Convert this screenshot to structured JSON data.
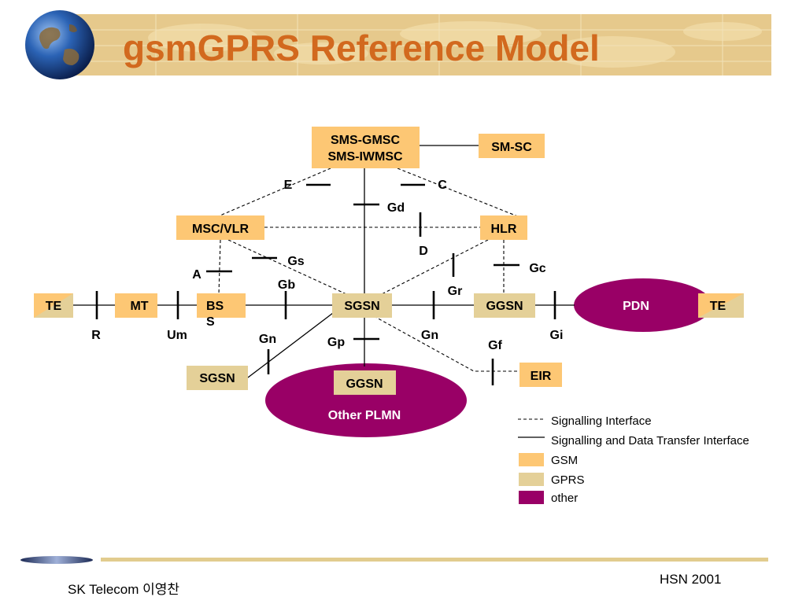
{
  "slide": {
    "title": "gsmGPRS Reference Model",
    "footer_left": "SK Telecom 이영찬",
    "footer_right": "HSN 2001"
  },
  "colors": {
    "gsm": "#fdc774",
    "gprs": "#e4d098",
    "other": "#990066",
    "title": "#d2691e",
    "title_band": "#e6c98c"
  },
  "nodes": {
    "sms_gmsc": [
      "SMS-GMSC",
      "SMS-IWMSC"
    ],
    "sm_sc": "SM-SC",
    "msc_vlr": "MSC/VLR",
    "hlr": "HLR",
    "te_left": "TE",
    "mt": "MT",
    "bss": [
      "BS",
      "S"
    ],
    "sgsn_main": "SGSN",
    "ggsn_main": "GGSN",
    "pdn": "PDN",
    "te_right": "TE",
    "sgsn_other": "SGSN",
    "other_plmn": "Other PLMN",
    "ggsn_other": "GGSN",
    "eir": "EIR"
  },
  "interfaces": {
    "E": "E",
    "C": "C",
    "Gd": "Gd",
    "D": "D",
    "Gs": "Gs",
    "A": "A",
    "Gc": "Gc",
    "Gb": "Gb",
    "Gr": "Gr",
    "R": "R",
    "Um": "Um",
    "Gn_main": "Gn",
    "Gn_other": "Gn",
    "Gp": "Gp",
    "Gi": "Gi",
    "Gf": "Gf"
  },
  "legend": {
    "signalling": "Signalling Interface",
    "signalling_data": "Signalling and Data Transfer Interface",
    "gsm": "GSM",
    "gprs": "GPRS",
    "other": "other"
  }
}
